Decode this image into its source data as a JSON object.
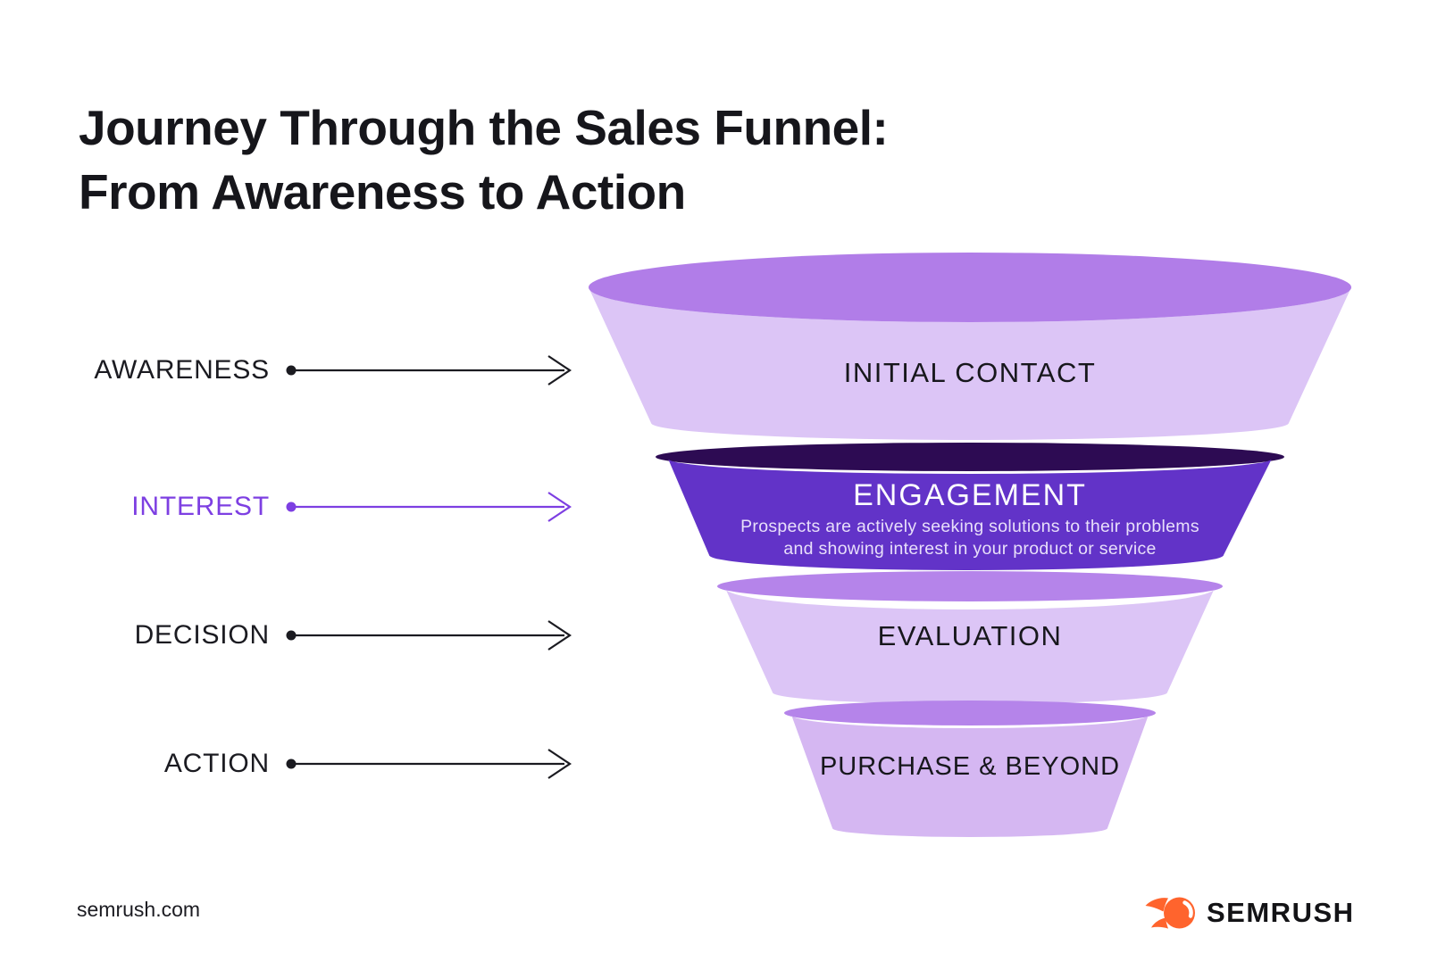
{
  "title": {
    "line1": "Journey Through the Sales Funnel:",
    "line2": "From Awareness to Action"
  },
  "journey_labels": [
    {
      "label": "AWARENESS"
    },
    {
      "label": "INTEREST"
    },
    {
      "label": "DECISION"
    },
    {
      "label": "ACTION"
    }
  ],
  "funnel_stages": [
    {
      "label": "INITIAL CONTACT",
      "top_color": "#b17de8",
      "body_color": "#dcc5f6",
      "label_color": "#17171c"
    },
    {
      "label": "ENGAGEMENT",
      "description_line1": "Prospects are actively seeking solutions to their problems",
      "description_line2": "and showing interest in your product or service",
      "top_color": "#2d0b53",
      "body_color": "#6233c8",
      "label_color": "#ffffff",
      "description_color": "#e8dffa"
    },
    {
      "label": "EVALUATION",
      "top_color": "#b584ea",
      "body_color": "#dcc5f6",
      "label_color": "#17171c"
    },
    {
      "label": "PURCHASE & BEYOND",
      "top_color": "#b584ea",
      "body_color": "#d5b7f2",
      "label_color": "#17171c"
    }
  ],
  "footer": {
    "website": "semrush.com",
    "brand": "SEMRUSH",
    "brand_orange": "#ff642d"
  },
  "colors": {
    "accent_purple": "#7d3fe2",
    "engagement_purple": "#6233c8",
    "dark_purple": "#2d0b53",
    "light_lavender": "#dcc5f6",
    "medium_purple": "#b17de8",
    "text_black": "#17171c",
    "background": "#ffffff"
  }
}
